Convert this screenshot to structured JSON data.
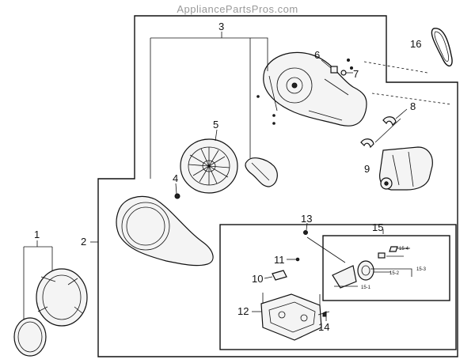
{
  "watermark": "AppliancePartsPros.com",
  "callouts": {
    "c1": "1",
    "c2": "2",
    "c3": "3",
    "c4": "4",
    "c5": "5",
    "c6": "6",
    "c7": "7",
    "c8": "8",
    "c9": "9",
    "c10": "10",
    "c11": "11",
    "c12": "12",
    "c13": "13",
    "c14": "14",
    "c15": "15",
    "c16": "16"
  },
  "sub_callouts": {
    "s1": "15-1",
    "s2": "15-2",
    "s3": "15-3",
    "s4": "15-4"
  }
}
